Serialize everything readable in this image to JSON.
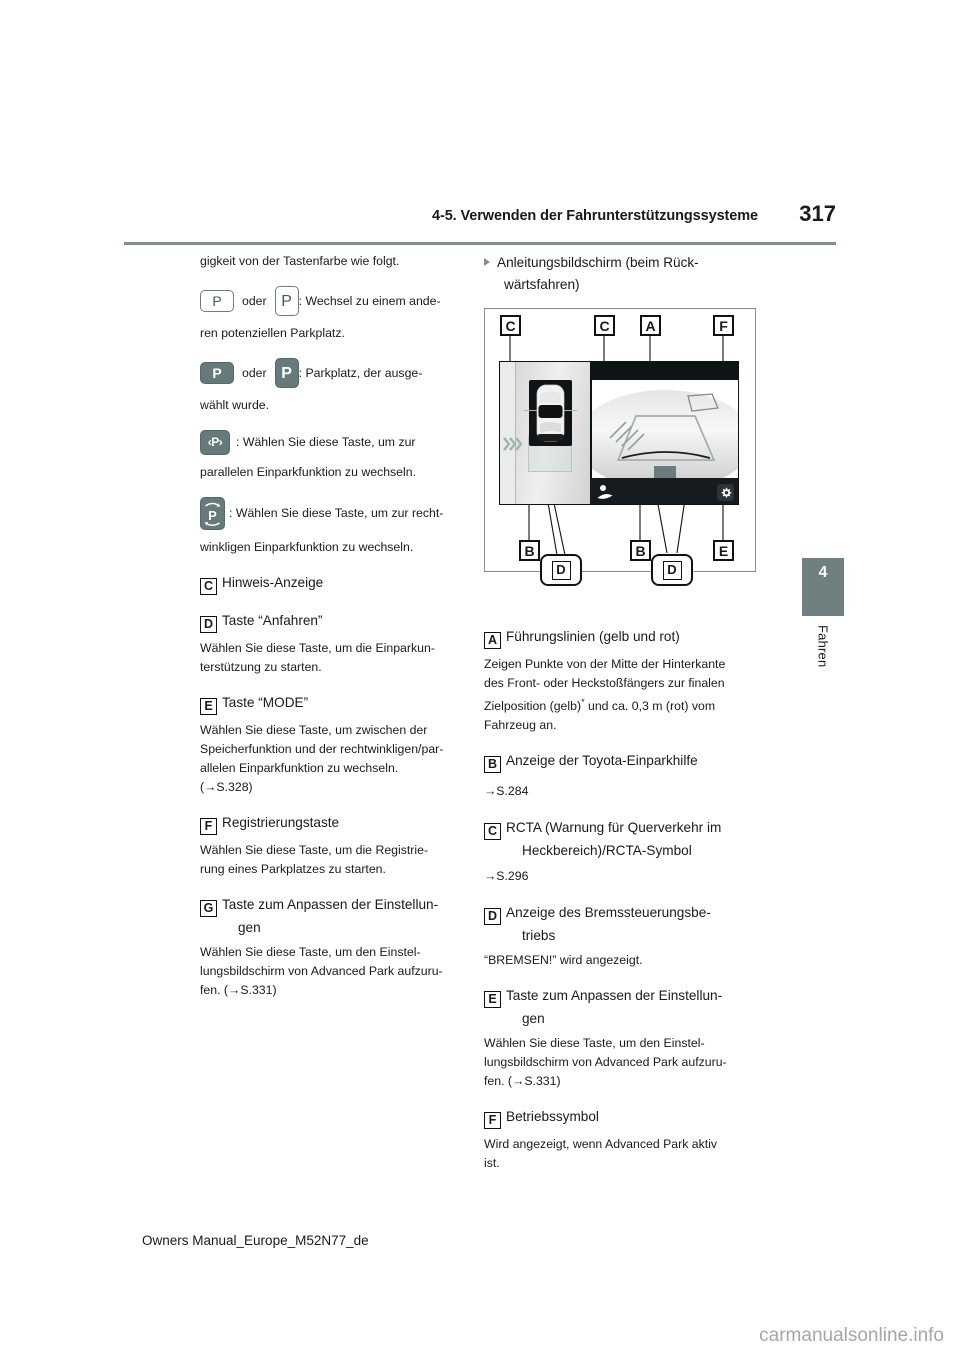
{
  "header": {
    "section_title": "4-5. Verwenden der Fahrunterstützungssysteme",
    "page_number": "317"
  },
  "chapter_tab": {
    "number": "4",
    "label": "Fahren"
  },
  "footer": {
    "file_label": "Owners Manual_Europe_M52N77_de",
    "watermark": "carmanualsonline.info"
  },
  "left_column": {
    "intro": "gigkeit von der Tastenfarbe wie folgt.",
    "key_rows": [
      {
        "key1": "P",
        "conjunction": "oder",
        "key2": "P",
        "text": ": Wechsel zu einem ande-",
        "continuation": "ren potenziellen Parkplatz."
      },
      {
        "key1": "P",
        "conjunction": "oder",
        "key2": "P",
        "text": ": Parkplatz, der ausge-",
        "continuation": "wählt wurde."
      }
    ],
    "icon_rows": [
      {
        "icon": "parallel-park-icon",
        "glyph": "‹P›",
        "text": ": Wählen Sie diese Taste, um zur",
        "continuation": "parallelen Einparkfunktion zu wechseln."
      },
      {
        "icon": "perpendicular-park-icon",
        "glyph": "P",
        "text": ": Wählen Sie diese Taste, um zur recht-",
        "continuation": "winkligen Einparkfunktion zu wechseln."
      }
    ],
    "items": [
      {
        "letter": "C",
        "title": "Hinweis-Anzeige",
        "title_cont": "",
        "body": ""
      },
      {
        "letter": "D",
        "title": "Taste “Anfahren”",
        "title_cont": "",
        "body": "Wählen Sie diese Taste, um die Einparkun-terstützung zu starten.",
        "body_lines": [
          "Wählen Sie diese Taste, um die Einparkun-",
          "terstützung zu starten."
        ]
      },
      {
        "letter": "E",
        "title": "Taste “MODE”",
        "title_cont": "",
        "body_lines": [
          "Wählen Sie diese Taste, um zwischen der",
          "Speicherfunktion und der rechtwinkligen/par-",
          "allelen Einparkfunktion zu wechseln.",
          "(→S.328)"
        ]
      },
      {
        "letter": "F",
        "title": "Registrierungstaste",
        "title_cont": "",
        "body_lines": [
          "Wählen Sie diese Taste, um die Registrie-",
          "rung eines Parkplatzes zu starten."
        ]
      },
      {
        "letter": "G",
        "title": "Taste zum Anpassen der Einstellun-",
        "title_cont": "gen",
        "body_lines": [
          "Wählen Sie diese Taste, um den Einstel-",
          "lungsbildschirm von Advanced Park aufzuru-",
          "fen. (→S.331)"
        ]
      }
    ]
  },
  "right_column": {
    "sub_heading": "Anleitungsbildschirm (beim Rück-",
    "sub_heading_cont": "wärtsfahren)",
    "diagram": {
      "callouts_top": [
        "C",
        "C",
        "A",
        "F"
      ],
      "callouts_bottom": [
        "B",
        "D",
        "B",
        "D",
        "E"
      ],
      "screen_elements": [
        "birds-eye-view",
        "rear-camera-view",
        "rcta-arrows",
        "guideline-yellow",
        "guideline-red",
        "brake-indicator",
        "operation-symbol",
        "settings-gear-button"
      ]
    },
    "items": [
      {
        "letter": "A",
        "title": "Führungslinien (gelb und rot)",
        "title_cont": "",
        "body_lines": [
          "Zeigen Punkte von der Mitte der Hinterkante",
          "des Front- oder Heckstoßfängers zur finalen",
          "Zielposition (gelb)",
          " und ca. 0,3 m (rot) vom",
          "Fahrzeug an."
        ],
        "footnote_marker": "*"
      },
      {
        "letter": "B",
        "title": "Anzeige der Toyota-Einparkhilfe",
        "title_cont": "",
        "xref": "→S.284"
      },
      {
        "letter": "C",
        "title": "RCTA (Warnung für Querverkehr im",
        "title_cont": "Heckbereich)/RCTA-Symbol",
        "xref": "→S.296"
      },
      {
        "letter": "D",
        "title": "Anzeige des Bremssteuerungsbe-",
        "title_cont": "triebs",
        "body_lines": [
          "“BREMSEN!” wird angezeigt."
        ]
      },
      {
        "letter": "E",
        "title": "Taste zum Anpassen der Einstellun-",
        "title_cont": "gen",
        "body_lines": [
          "Wählen Sie diese Taste, um den Einstel-",
          "lungsbildschirm von Advanced Park aufzuru-",
          "fen. (→S.331)"
        ]
      },
      {
        "letter": "F",
        "title": "Betriebssymbol",
        "title_cont": "",
        "body_lines": [
          "Wird angezeigt, wenn Advanced Park aktiv",
          "ist."
        ]
      }
    ]
  },
  "colors": {
    "tab": "#6f8080",
    "rule": "#7f8f8f",
    "key_fill": "#66797b",
    "key_outline_text": "#44595b",
    "watermark": "#a6a6a6"
  }
}
